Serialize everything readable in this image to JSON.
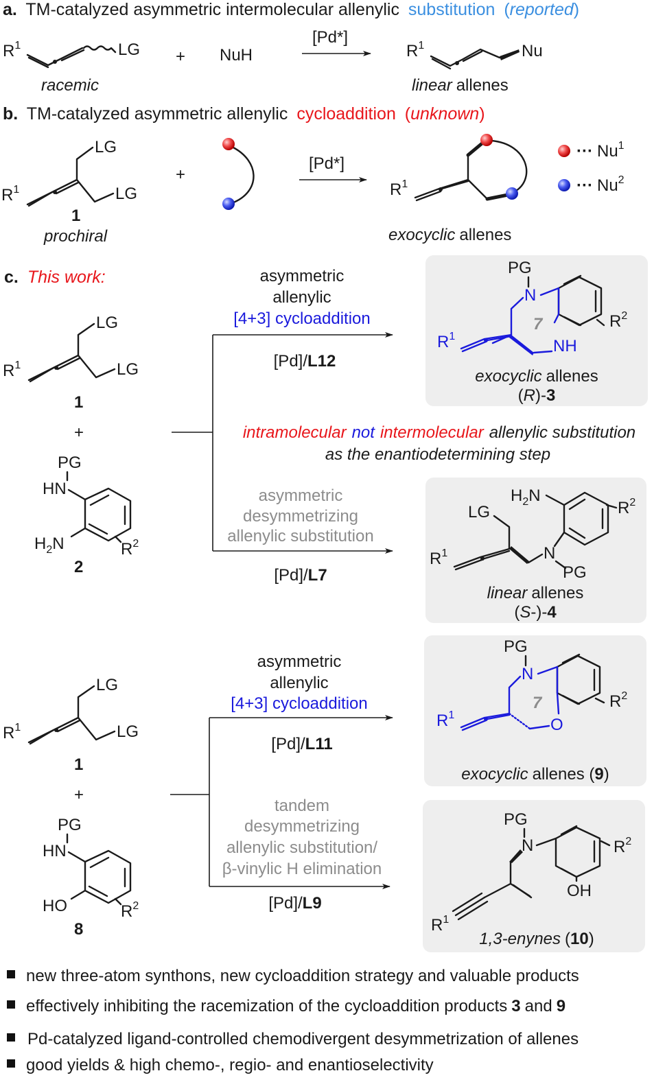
{
  "colors": {
    "blue": "#1a1adc",
    "light_blue": "#3b8fe0",
    "red": "#e8161b",
    "gray": "#8c8c8c",
    "panel": "#eeeeee"
  },
  "a": {
    "label": "a.",
    "title_main": "TM-catalyzed asymmetric intermolecular allenylic",
    "title_word": "substitution",
    "title_paren_open": "(",
    "title_status": "reported",
    "title_paren_close": ")",
    "sub_r": "R",
    "sub_r_sup": "1",
    "lg": "LG",
    "plus": "+",
    "nuh": "NuH",
    "catalyst": "[Pd*]",
    "prod_nu": "Nu",
    "racemic": "racemic",
    "linear_it": "linear",
    "linear_rest": "allenes"
  },
  "b": {
    "label": "b.",
    "title_main": "TM-catalyzed asymmetric allenylic",
    "title_word": "cycloaddition",
    "title_paren_open": "(",
    "title_status": "unknown",
    "title_paren_close": ")",
    "lg": "LG",
    "r": "R",
    "r_sup": "1",
    "plus": "+",
    "catalyst": "[Pd*]",
    "num": "1",
    "prochiral": "prochiral",
    "exo_it": "exocyclic",
    "exo_rest": "allenes",
    "nu1_dots": "···",
    "nu1": "Nu",
    "nu1_sup": "1",
    "nu2_dots": "···",
    "nu2": "Nu",
    "nu2_sup": "2"
  },
  "c": {
    "label": "c.",
    "this_work": "This work:",
    "lg": "LG",
    "r": "R",
    "r1_sup": "1",
    "r2_sup": "2",
    "plus": "+",
    "num1": "1",
    "num2": "2",
    "num8": "8",
    "pg": "PG",
    "hn": "HN",
    "h2n_h": "H",
    "h2n_2": "2",
    "h2n_n": "N",
    "ho": "HO",
    "nh": "NH",
    "n": "N",
    "o": "O",
    "oh": "OH",
    "ring7": "7",
    "r1_text": "asymmetric",
    "r1_text2": "allenylic",
    "r1_text3": "[4+3] cycloaddition",
    "r1_cat": "[Pd]/",
    "r1_lig": "L12",
    "p3_it": "exocyclic",
    "p3_rest": "allenes",
    "p3_open": "(",
    "p3_R": "R",
    "p3_close": ")-",
    "p3_num": "3",
    "middle_red1": "intramolecular",
    "middle_blue": "not",
    "middle_red2": "intermolecular",
    "middle_rest": "allenylic substitution",
    "middle_line2": "as the enantiodetermining step",
    "r2_text": "asymmetric",
    "r2_text2": "desymmetrizing",
    "r2_text3": "allenylic substitution",
    "r2_cat": "[Pd]/",
    "r2_lig": "L7",
    "p4_it": "linear",
    "p4_rest": "allenes",
    "p4_open": "(",
    "p4_S": "S",
    "p4_close": "-)-",
    "p4_num": "4",
    "r3_text": "asymmetric",
    "r3_text2": "allenylic",
    "r3_text3": "[4+3] cycloaddition",
    "r3_cat": "[Pd]/",
    "r3_lig": "L11",
    "p9_it": "exocyclic",
    "p9_rest": "allenes (",
    "p9_num": "9",
    "p9_close": ")",
    "r4_text": "tandem",
    "r4_text2": "desymmetrizing",
    "r4_text3": "allenylic substitution/",
    "r4_text4": "β-vinylic H elimination",
    "r4_cat": "[Pd]/",
    "r4_lig": "L9",
    "p10_it": "1,3-enynes",
    "p10_open": "(",
    "p10_num": "10",
    "p10_close": ")"
  },
  "bullets": {
    "b1": "new three-atom synthons, new cycloaddition strategy and valuable products",
    "b2_pre": "effectively inhibiting the racemization of the cycloaddition products",
    "b2_n1": "3",
    "b2_and": "and",
    "b2_n2": "9",
    "b3": "Pd-catalyzed ligand-controlled chemodivergent desymmetrization of allenes",
    "b4": "good yields & high chemo-, regio- and enantioselectivity"
  }
}
